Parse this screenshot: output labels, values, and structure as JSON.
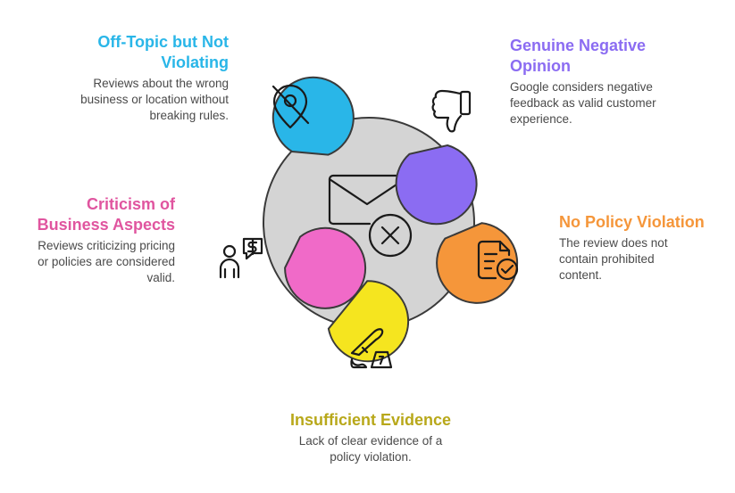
{
  "center": {
    "icon": "envelope-x-icon"
  },
  "items": [
    {
      "id": "off-topic",
      "title": "Off-Topic but Not Violating",
      "description": "Reviews about the wrong business or location without breaking rules.",
      "color": "#29b6e8",
      "icon": "location-off-icon"
    },
    {
      "id": "negative-opinion",
      "title": "Genuine Negative Opinion",
      "description": "Google considers negative feedback as valid customer experience.",
      "color": "#8b6cf2",
      "icon": "thumbs-down-icon"
    },
    {
      "id": "no-violation",
      "title": "No Policy Violation",
      "description": "The review does not contain prohibited content.",
      "color": "#f5963a",
      "icon": "document-check-icon"
    },
    {
      "id": "insufficient-evidence",
      "title": "Insufficient Evidence",
      "description": "Lack of clear evidence of a policy violation.",
      "color": "#f5e51f",
      "title_color": "#b8a81a",
      "icon": "crime-scene-icon"
    },
    {
      "id": "business-criticism",
      "title": "Criticism of Business Aspects",
      "description": "Reviews criticizing pricing or policies are considered valid.",
      "color": "#f06ac8",
      "title_color": "#e0559f",
      "icon": "person-price-icon"
    }
  ]
}
